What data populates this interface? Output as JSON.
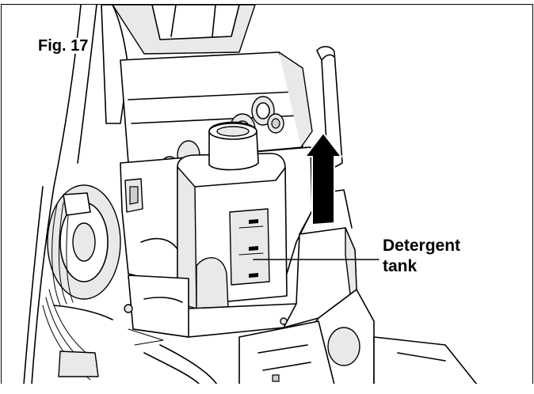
{
  "figure": {
    "label": "Fig. 17"
  },
  "callout": {
    "line1": "Detergent",
    "line2": "tank"
  },
  "icons": {
    "arrow": "arrow-up-icon"
  }
}
